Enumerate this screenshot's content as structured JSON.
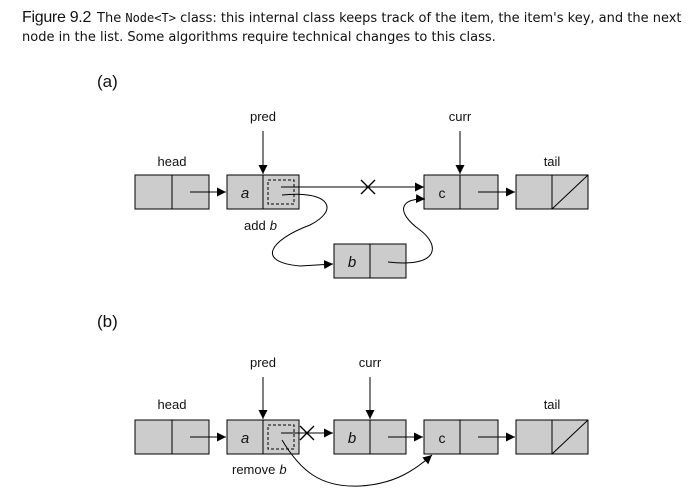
{
  "caption": {
    "figure_label": "Figure 9.2",
    "pre": "The ",
    "code": "Node<T>",
    "post": " class: this internal class keeps track of the item, the item's key, and the next node in the list. Some algorithms require technical changes to this class."
  },
  "part_a": {
    "label": "(a)",
    "pred": "pred",
    "curr": "curr",
    "head": "head",
    "tail": "tail",
    "node_a": "a",
    "node_c": "c",
    "node_b": "b",
    "action_text": "add",
    "action_key": "b"
  },
  "part_b": {
    "label": "(b)",
    "pred": "pred",
    "curr": "curr",
    "head": "head",
    "tail": "tail",
    "node_a": "a",
    "node_b": "b",
    "node_c": "c",
    "action_text": "remove",
    "action_key": "b"
  },
  "colors": {
    "node_fill": "#cccccc",
    "stroke": "#000000"
  }
}
